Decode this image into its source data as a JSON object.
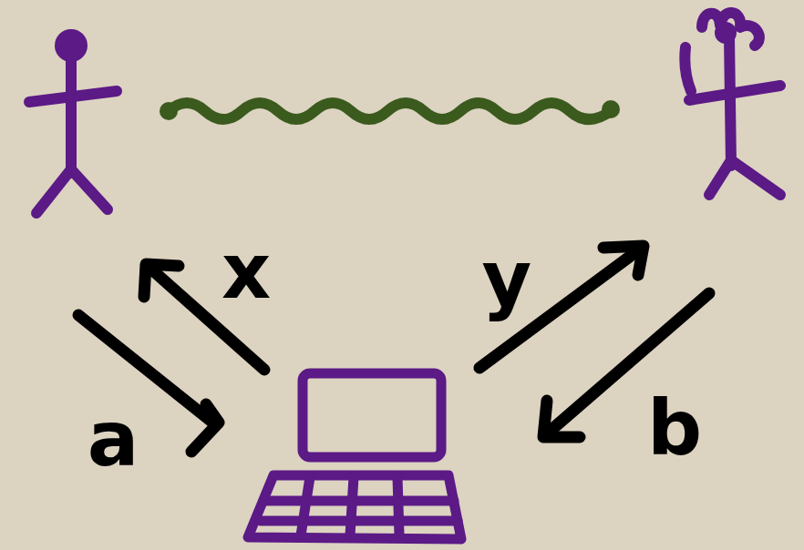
{
  "diagram": {
    "labels": [
      "x",
      "y",
      "a",
      "b"
    ]
  }
}
